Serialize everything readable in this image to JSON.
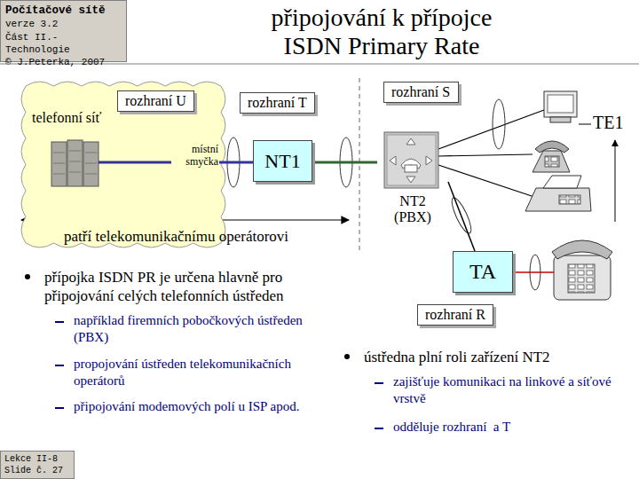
{
  "diagram": {
    "title": "připojování k přípojce ISDN Primary Rate",
    "nodes": [
      {
        "text": [
          "Počítačové sítě",
          "verze 3.2",
          "Část II.-Technologie",
          "© J.Peterka, 2007"
        ]
      },
      {
        "text": [
          "telefonní síť"
        ]
      },
      {
        "text": [
          "rozhraní U"
        ]
      },
      {
        "text": [
          "rozhraní T"
        ]
      },
      {
        "text": [
          "NT1"
        ]
      },
      {
        "text": [
          "rozhraní S"
        ]
      },
      {
        "text": [
          "NT2 (PBX)"
        ]
      },
      {
        "text": [
          "TA"
        ]
      },
      {
        "text": [
          "rozhraní R"
        ]
      },
      {
        "text": [
          "Lekce II-8",
          "Slide č. 27"
        ]
      }
    ],
    "edges": [
      {
        "from": 1,
        "to": 4,
        "arrow": "none",
        "label": "místní smyčka"
      },
      {
        "from": 4,
        "to": 6,
        "arrow": "none"
      },
      {
        "from": 6,
        "to": 7,
        "arrow": "none"
      }
    ],
    "labels": [
      "TE1",
      "patří telekomunikačnímu operátorovi",
      "přípojka ISDN PR je určena hlavně pro připojování celých telefonních ústředen",
      "například firemních pobočkových ústředen (PBX)",
      "propojování ústředen telekomunikačních operátorů",
      "připojování modemových polí u ISP apod.",
      "ústředna plní roli zařízení NT2",
      "zajišťuje komunikaci na linkové a síťové vrstvě",
      "odděluje rozhraní  a T"
    ]
  }
}
